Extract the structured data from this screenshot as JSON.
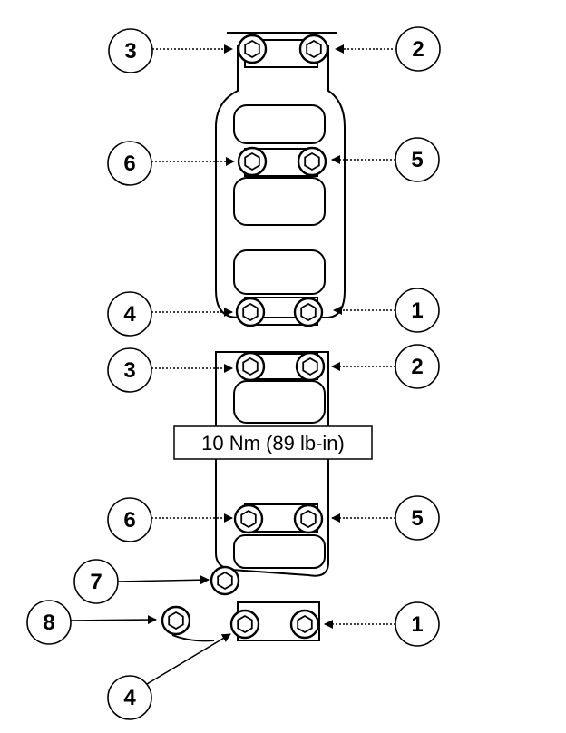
{
  "torque_label": "10 Nm (89 lb-in)",
  "upper_gasket": {
    "callouts": {
      "left_top": "3",
      "right_top": "2",
      "left_mid": "6",
      "right_mid": "5",
      "left_bottom": "4",
      "right_bottom": "1"
    }
  },
  "lower_gasket": {
    "callouts": {
      "left_top": "3",
      "right_top": "2",
      "left_mid": "6",
      "right_mid": "5",
      "extra_upper": "7",
      "extra_lower": "8",
      "bottom_left": "4",
      "bottom_right": "1"
    }
  },
  "colors": {
    "ink": "#000000",
    "paper": "#ffffff"
  },
  "icons": [
    "hex-bolt-icon",
    "arrow-icon"
  ]
}
